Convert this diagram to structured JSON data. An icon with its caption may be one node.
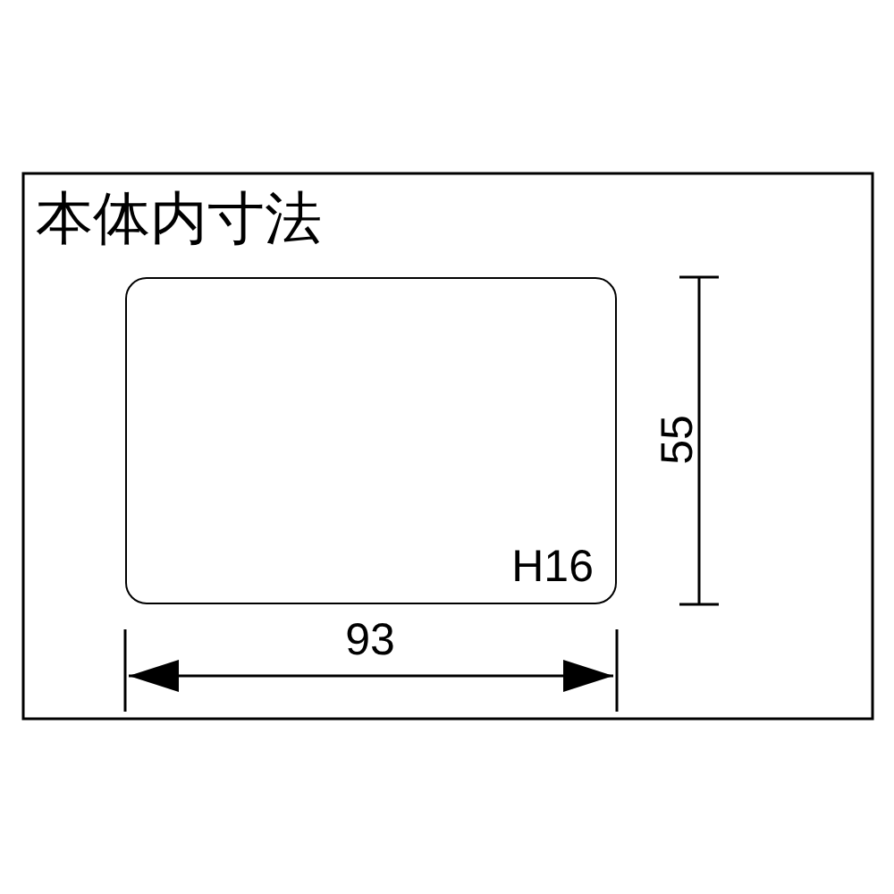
{
  "diagram": {
    "title": "本体内寸法",
    "nodes": [
      {
        "text": [
          "H16"
        ]
      }
    ],
    "labels": [
      "93",
      "55"
    ]
  }
}
